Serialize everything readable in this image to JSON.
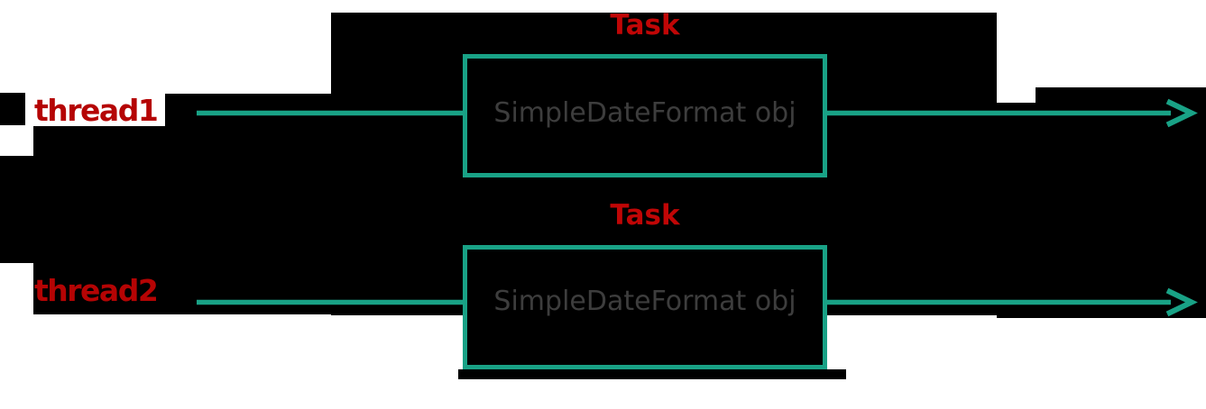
{
  "diagram": {
    "rows": [
      {
        "thread": "thread1",
        "task": "Task",
        "object": "SimpleDateFormat obj"
      },
      {
        "thread": "thread2",
        "task": "Task",
        "object": "SimpleDateFormat obj"
      }
    ]
  },
  "icons": {
    "arrowhead": "right-chevron-arrow"
  },
  "colors": {
    "teal": "#19a286",
    "task_red": "#c00606",
    "thread_red": "#b50404",
    "object_gray": "#3d3d3d",
    "block_black": "#000000",
    "background": "#ffffff"
  }
}
